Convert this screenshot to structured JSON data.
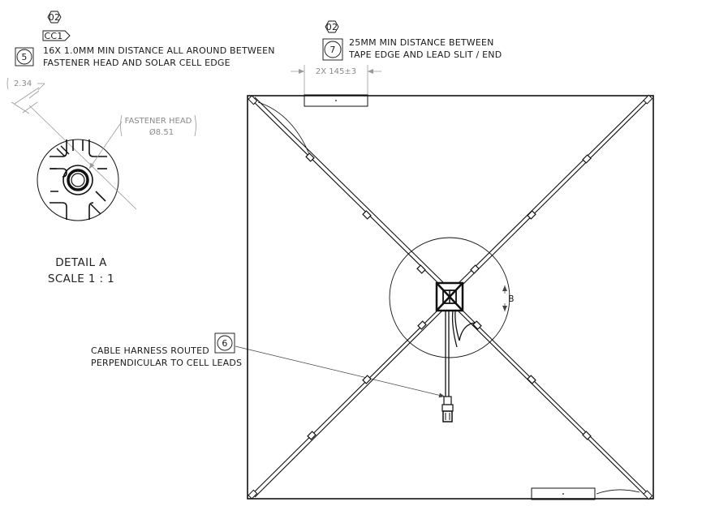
{
  "notes": {
    "rev_flag_1": "02",
    "cc_tag": "CC1",
    "note5_number": "5",
    "note5_line1": "16X 1.0MM MIN DISTANCE ALL AROUND BETWEEN",
    "note5_line2": "FASTENER HEAD AND SOLAR CELL EDGE",
    "rev_flag_2": "02",
    "note7_number": "7",
    "note7_line1": "25MM MIN DISTANCE BETWEEN",
    "note7_line2": "TAPE EDGE AND LEAD SLIT / END",
    "note6_number": "6",
    "note6_line1": "CABLE HARNESS ROUTED",
    "note6_line2": "PERPENDICULAR TO CELL LEADS"
  },
  "dimensions": {
    "tape_dim": "2X 145±3",
    "detail_dim": "2.34",
    "fastener_label": "FASTENER HEAD",
    "fastener_dia": "Ø8.51"
  },
  "detail": {
    "title": "DETAIL A",
    "scale": "SCALE 1 : 1"
  },
  "callouts": {
    "detail_b": "B"
  }
}
